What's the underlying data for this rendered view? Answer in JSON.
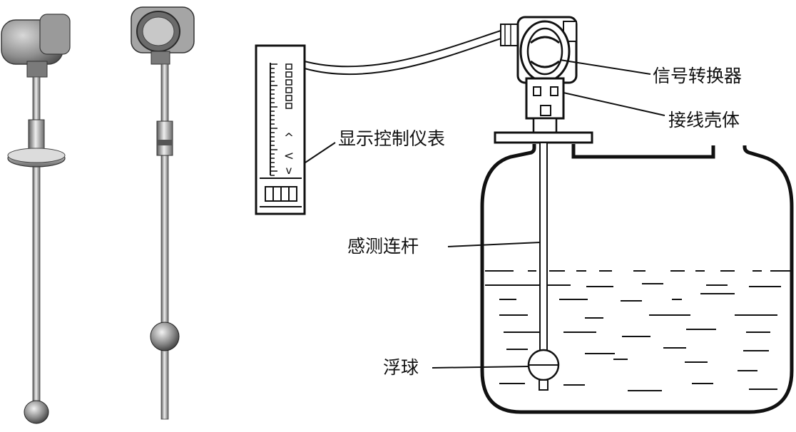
{
  "labels": {
    "signal_converter": "信号转换器",
    "junction_housing": "接线壳体",
    "display_controller": "显示控制仪表",
    "sensing_rod": "感测连杆",
    "float_ball": "浮球"
  },
  "display_panel": {
    "symbols": [
      "^",
      "<",
      "v"
    ]
  },
  "colors": {
    "ink": "#111111",
    "metal_light": "#e6e6e6",
    "metal_mid": "#a9a9a9",
    "metal_dark": "#4a4a4a",
    "housing_gray": "#8c8c8c"
  }
}
